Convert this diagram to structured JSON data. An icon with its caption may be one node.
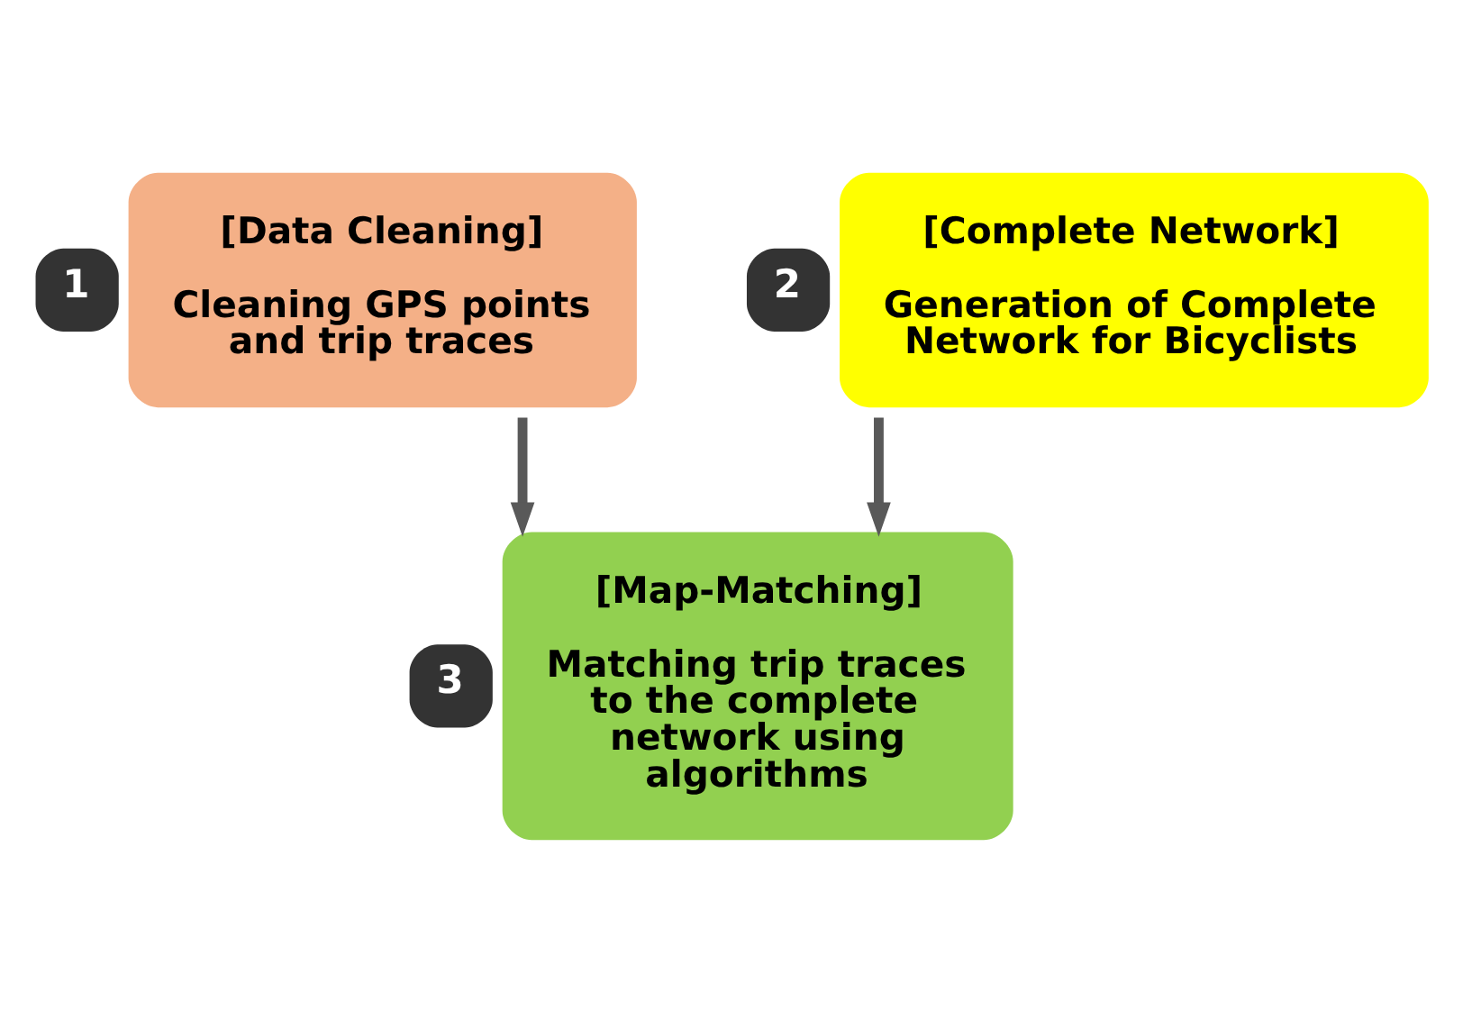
{
  "diagram": {
    "nodes": [
      {
        "text": [
          "[Data Cleaning]",
          "Cleaning GPS points and trip traces"
        ],
        "beside": [
          "1"
        ]
      },
      {
        "text": [
          "[Complete Network]",
          "Generation of Complete Network for Bicyclists"
        ],
        "beside": [
          "2"
        ]
      },
      {
        "text": [
          "[Map-Matching]",
          "Matching trip traces to the complete network using algorithms"
        ],
        "beside": [
          "3"
        ]
      }
    ],
    "edges": [
      {
        "from": 0,
        "to": 2,
        "arrow": "to"
      },
      {
        "from": 1,
        "to": 2,
        "arrow": "to"
      }
    ]
  }
}
